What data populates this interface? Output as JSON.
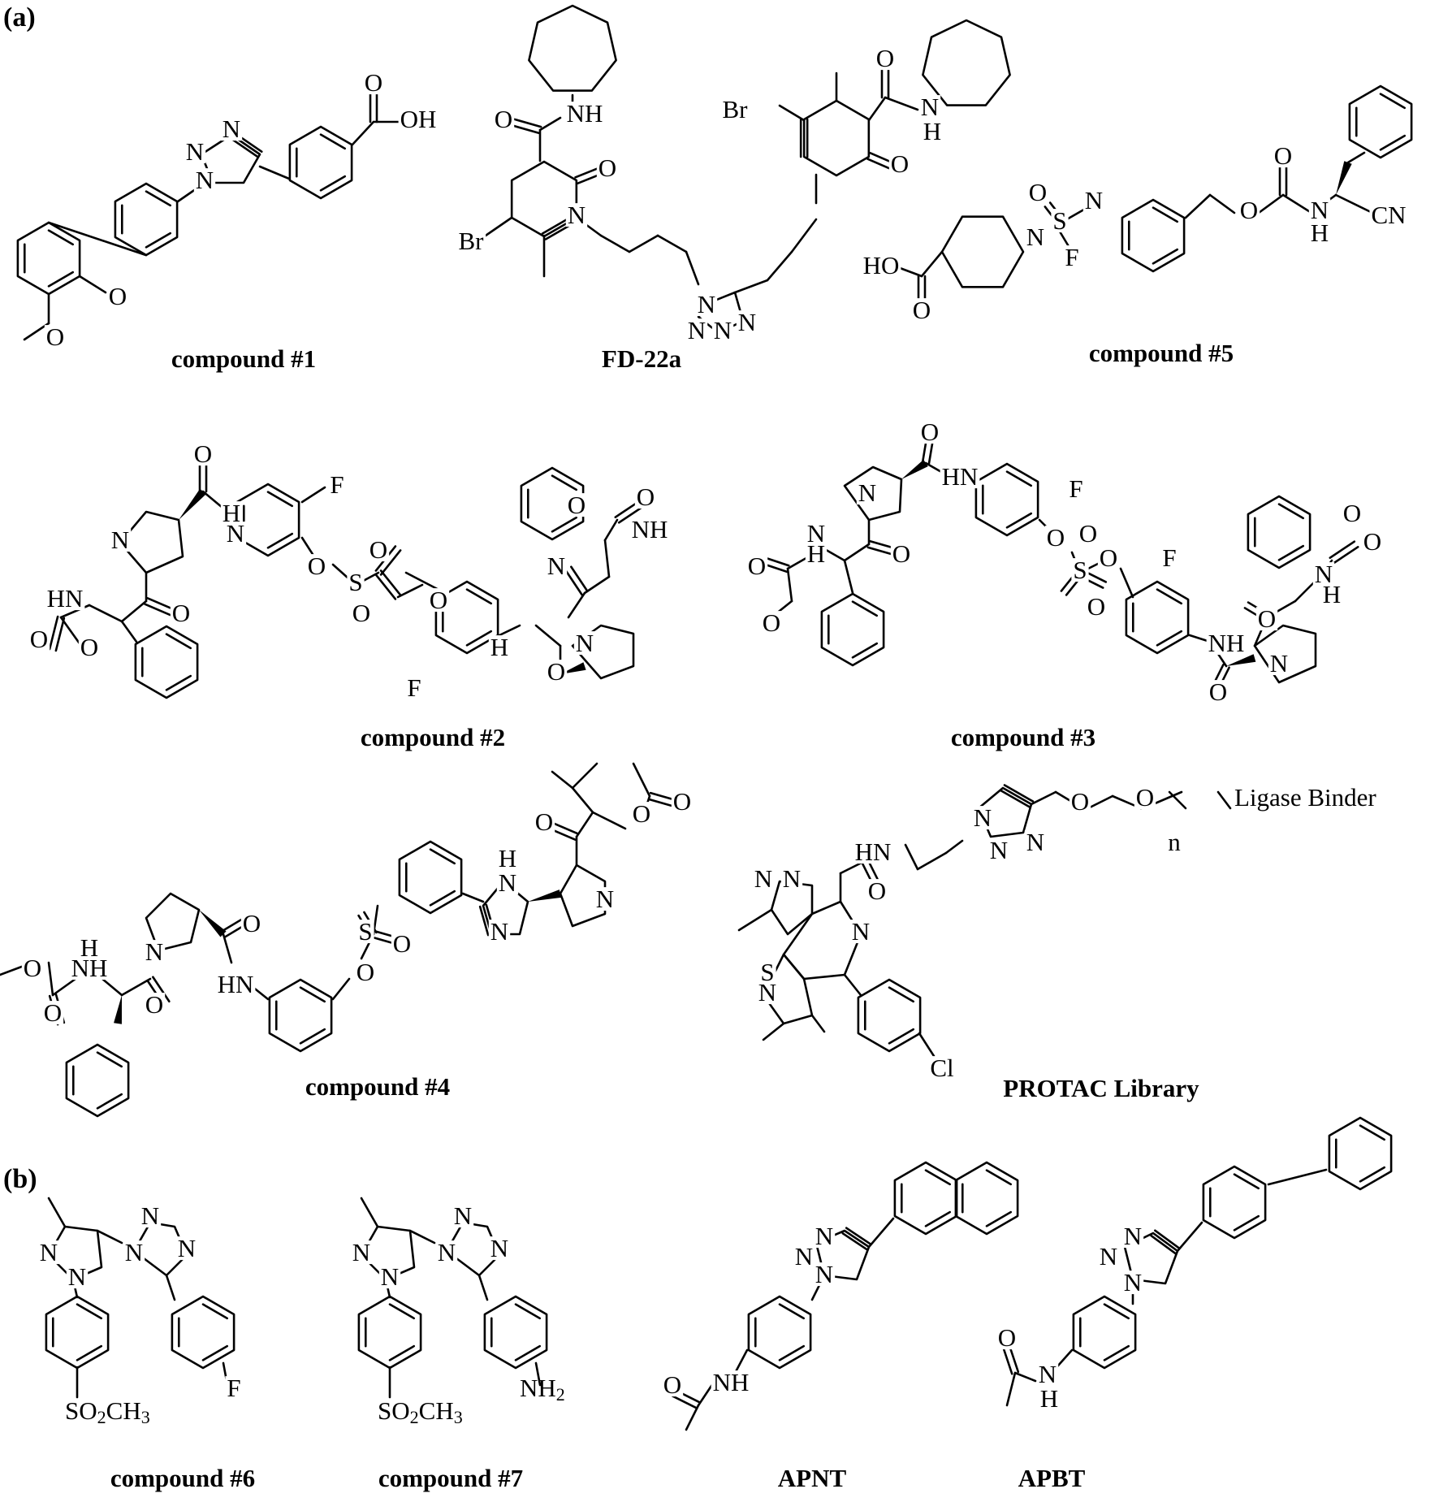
{
  "figure": {
    "panels": [
      "(a)",
      "(b)"
    ],
    "compounds": [
      {
        "caption": "compound #1",
        "atoms": [
          "N",
          "N",
          "N",
          "O",
          "OH",
          "O",
          "O"
        ]
      },
      {
        "caption": "FD-22a",
        "atoms": [
          "O",
          "NH",
          "O",
          "Br",
          "N",
          "N",
          "N",
          "N",
          "N",
          "Br",
          "O",
          "N",
          "H",
          "O"
        ]
      },
      {
        "caption": "compound #5",
        "atoms": [
          "O",
          "S",
          "N",
          "N",
          "F",
          "HO",
          "O",
          "O",
          "O",
          "N",
          "H",
          "CN"
        ]
      },
      {
        "caption": "compound #2",
        "atoms": [
          "O",
          "N",
          "H",
          "N",
          "F",
          "O",
          "S",
          "O",
          "O",
          "O",
          "HN",
          "O",
          "O",
          "O",
          "O",
          "NH",
          "O",
          "N",
          "H",
          "N",
          "F",
          "O"
        ]
      },
      {
        "caption": "compound #3",
        "atoms": [
          "O",
          "HN",
          "F",
          "N",
          "H",
          "N",
          "O",
          "O",
          "O",
          "O",
          "O",
          "S",
          "O",
          "O",
          "F",
          "NH",
          "N",
          "O",
          "O",
          "O",
          "N",
          "H",
          "O"
        ]
      },
      {
        "caption": "compound #4",
        "atoms": [
          "O",
          "O",
          "NH",
          "O",
          "O",
          "N",
          "H",
          "N",
          "N",
          "H",
          "N",
          "O",
          "O",
          "S",
          "O",
          "HN",
          "O",
          "O"
        ]
      },
      {
        "caption": "PROTAC Library",
        "atoms": [
          "O",
          "O",
          "n",
          "Ligase Binder",
          "HN",
          "N",
          "N",
          "N",
          "N",
          "N",
          "O",
          "N",
          "N",
          "S",
          "Cl"
        ]
      },
      {
        "caption": "compound #6",
        "atoms": [
          "N",
          "N",
          "N",
          "N",
          "N",
          "SO2CH3",
          "F"
        ]
      },
      {
        "caption": "compound #7",
        "atoms": [
          "N",
          "N",
          "N",
          "N",
          "N",
          "SO2CH3",
          "NH2"
        ]
      },
      {
        "caption": "APNT",
        "atoms": [
          "N",
          "N",
          "N",
          "O",
          "NH"
        ]
      },
      {
        "caption": "APBT",
        "atoms": [
          "N",
          "N",
          "N",
          "O",
          "N",
          "H"
        ]
      }
    ]
  }
}
